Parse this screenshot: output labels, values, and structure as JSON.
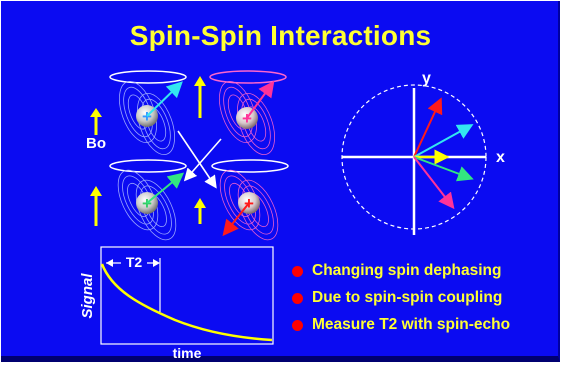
{
  "title": "Spin-Spin Interactions",
  "spins": {
    "field_label": "Bo",
    "colors": {
      "cyan": "#33e6f0",
      "magenta": "#ff3399",
      "green": "#33e680",
      "red": "#ff1a1a",
      "yellow": "#ffff00"
    }
  },
  "axes": {
    "x_label": "x",
    "y_label": "y"
  },
  "decay": {
    "signal_label": "Signal",
    "time_label": "time",
    "t2_label": "T2"
  },
  "bullets": [
    "Changing spin dephasing",
    "Due to spin-spin coupling",
    "Measure T2 with spin-echo"
  ]
}
